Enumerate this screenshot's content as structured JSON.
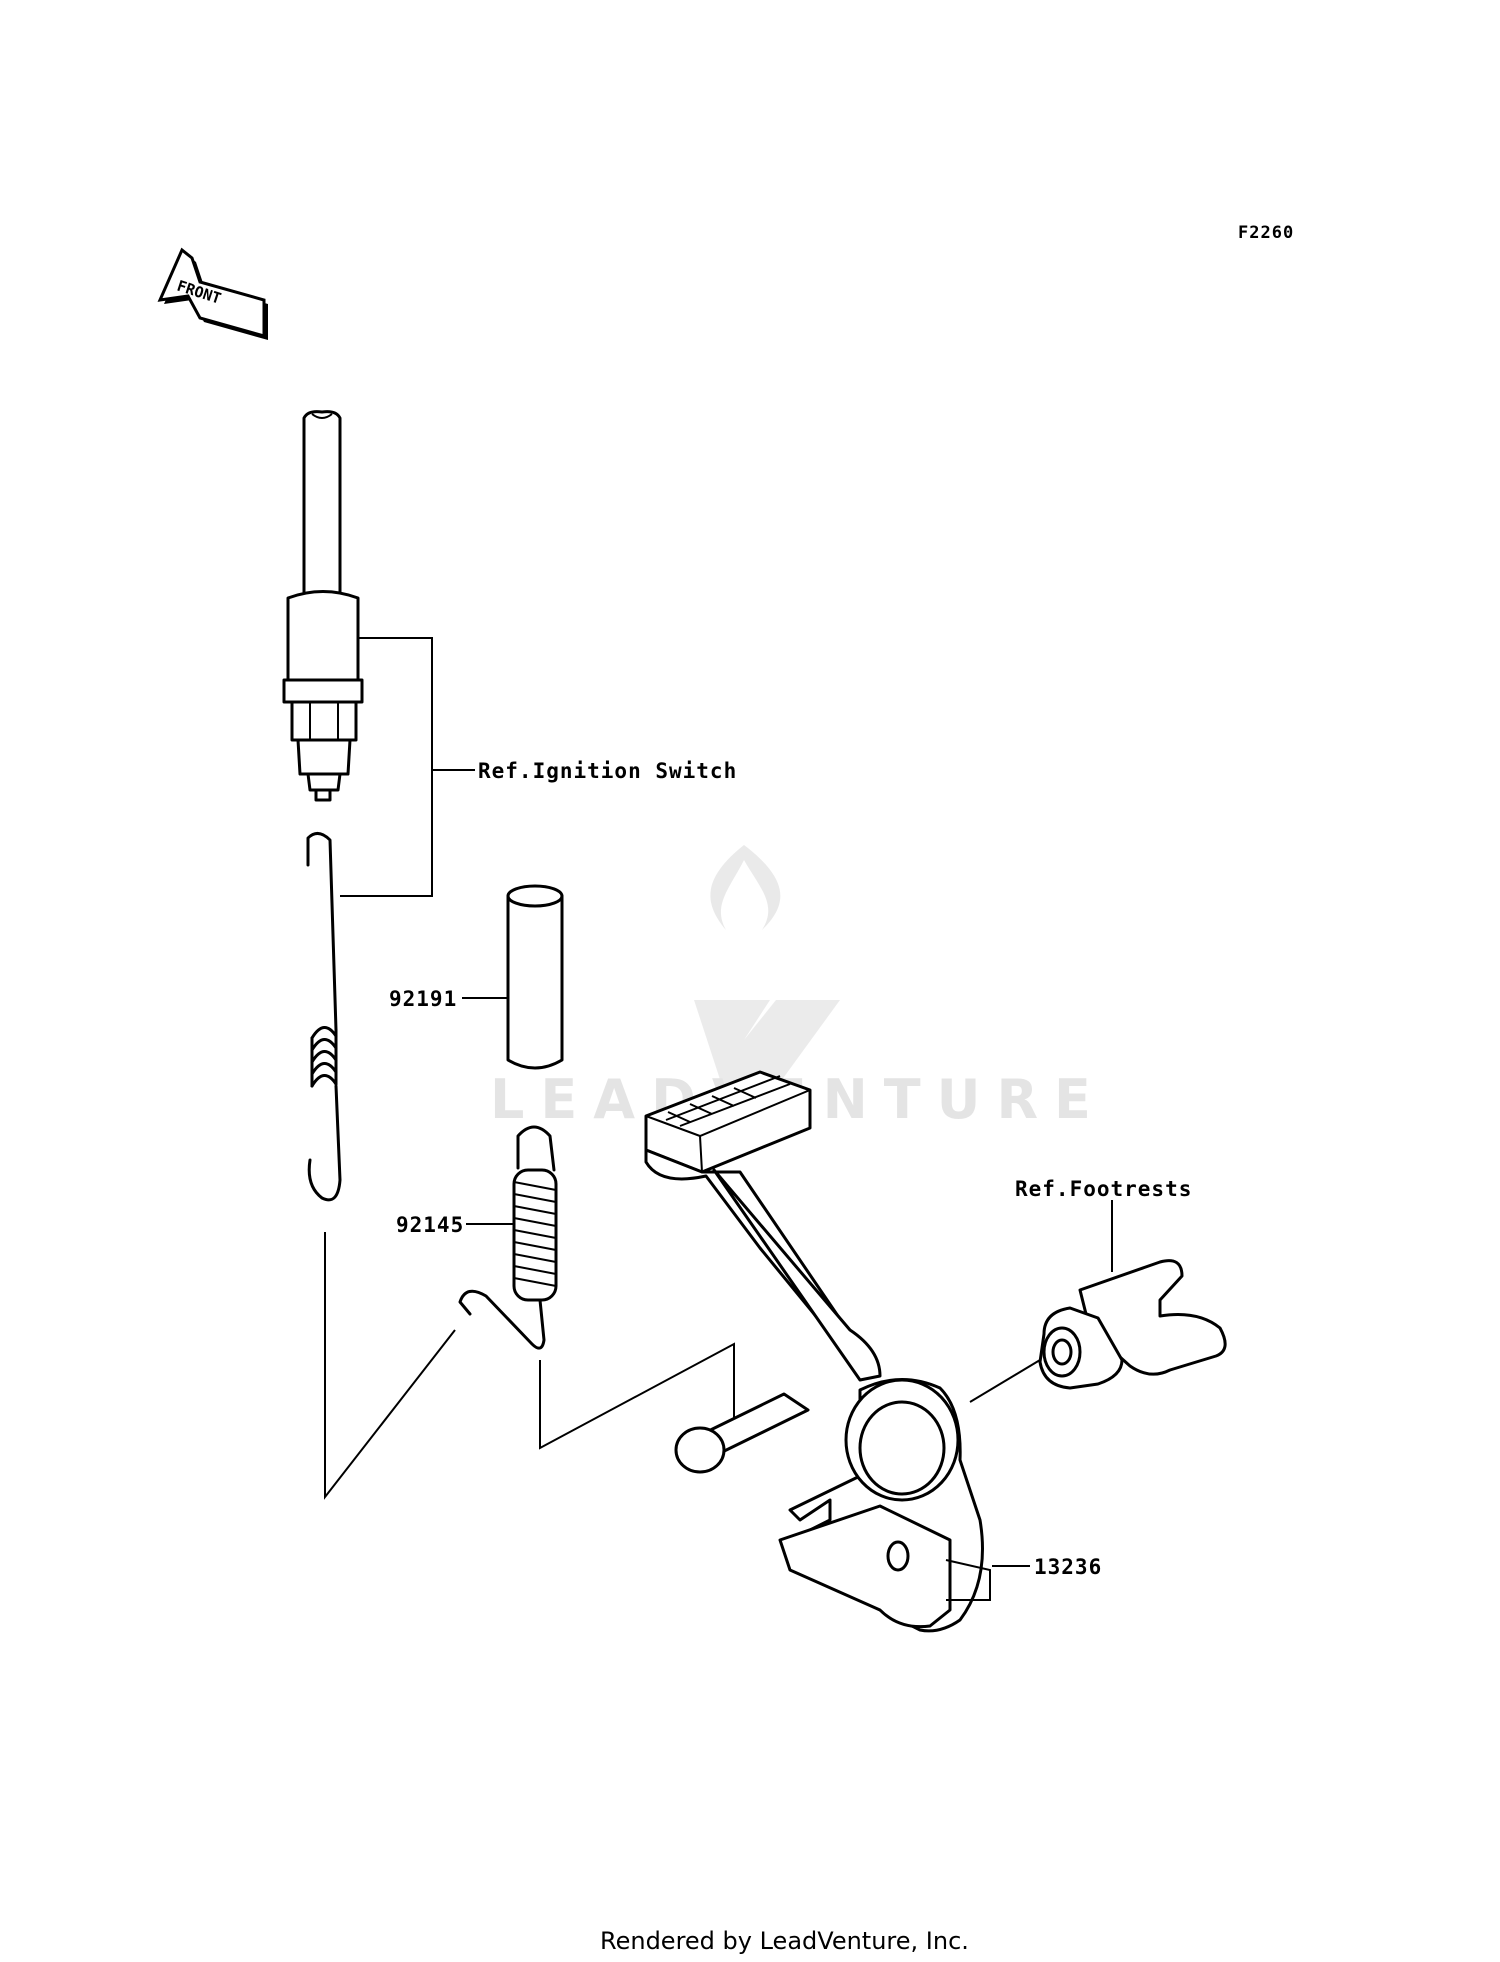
{
  "figure_code": "F2260",
  "front_label": "FRONT",
  "labels": {
    "ignition_ref": "Ref.Ignition Switch",
    "collar": "92191",
    "spring": "92145",
    "footrest_ref": "Ref.Footrests",
    "brake_pedal": "13236"
  },
  "watermark": "LEADVENTURE",
  "footer": "Rendered by LeadVenture, Inc."
}
